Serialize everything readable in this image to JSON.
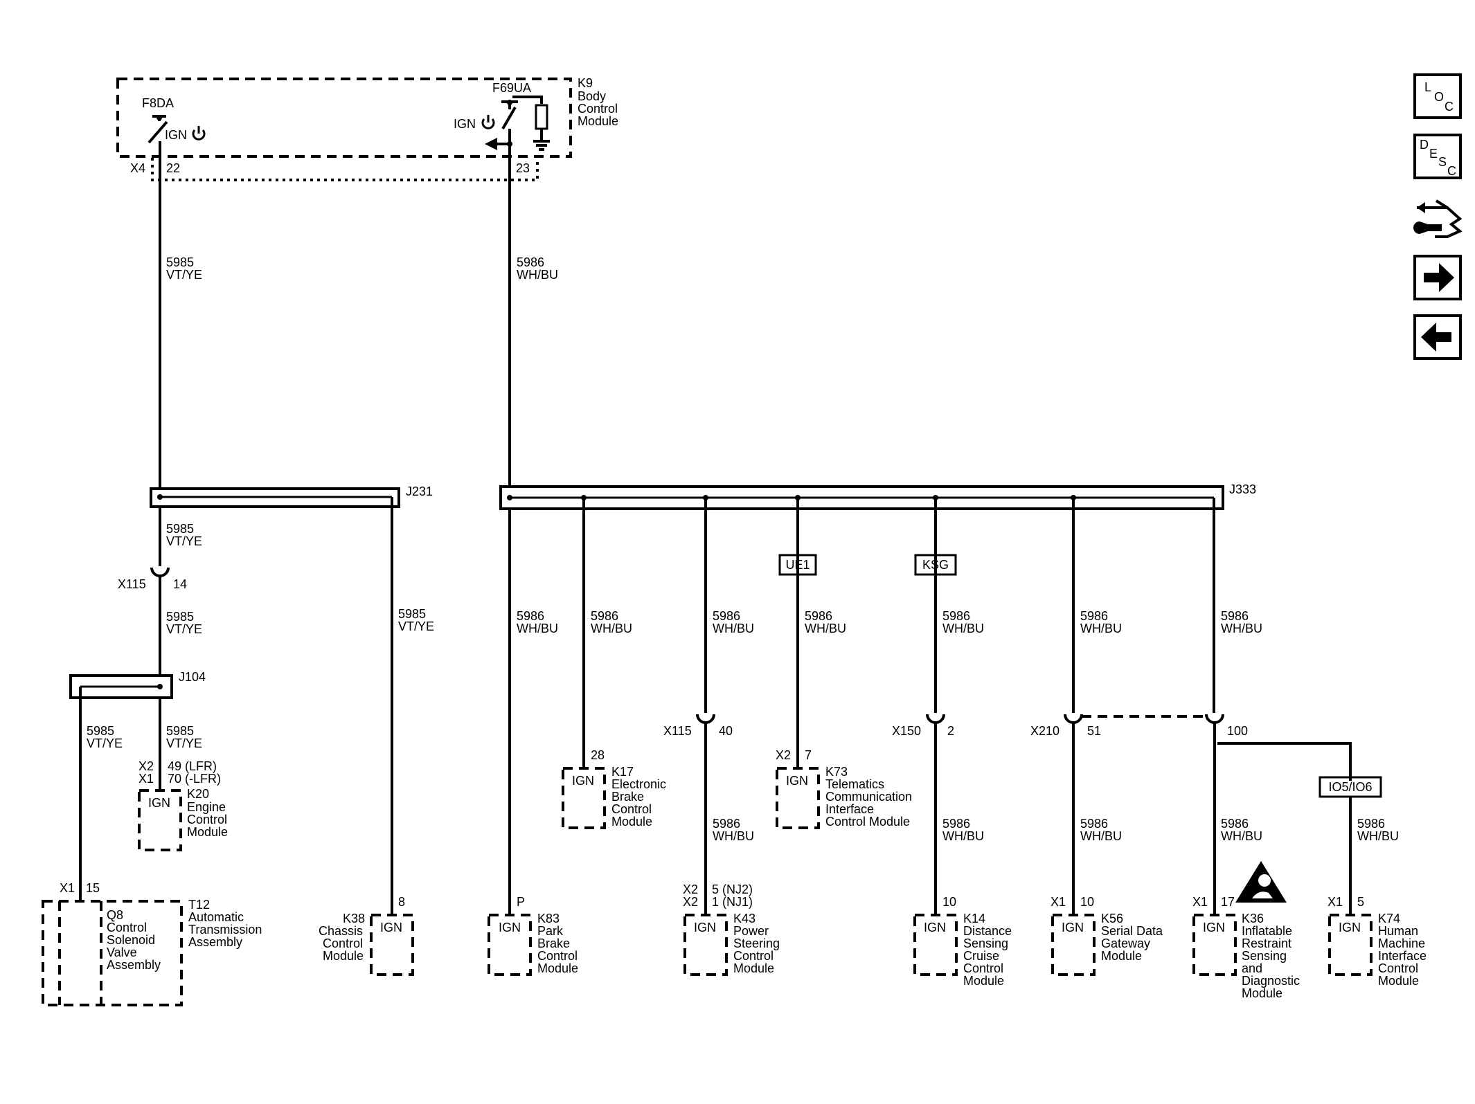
{
  "bcm": {
    "id": "K9",
    "name": [
      "Body",
      "Control",
      "Module"
    ],
    "fuse1": "F8DA",
    "fuse2": "F69UA",
    "ign": "IGN",
    "connector": "X4",
    "pin1": "22",
    "pin2": "23"
  },
  "wire_vtye": {
    "circuit": "5985",
    "color": "VT/YE"
  },
  "wire_whbu": {
    "circuit": "5986",
    "color": "WH/BU"
  },
  "splices": {
    "j231": "J231",
    "j333": "J333",
    "j104": "J104"
  },
  "inline": {
    "x115a": {
      "conn": "X115",
      "pin": "14"
    },
    "x115b": {
      "conn": "X115",
      "pin": "40"
    },
    "x150": {
      "conn": "X150",
      "pin": "2"
    },
    "x210": {
      "conn": "X210",
      "pin": "51"
    },
    "x210b": {
      "pin": "100"
    }
  },
  "options": {
    "ue1": "UE1",
    "ksg": "KSG",
    "io5": "IO5/IO6"
  },
  "modules": {
    "k20": {
      "id": "K20",
      "name": [
        "Engine",
        "Control",
        "Module"
      ],
      "conn1": "X2",
      "pin1": "49  (LFR)",
      "conn2": "X1",
      "pin2": "70  (-LFR)"
    },
    "t12": {
      "id": "T12",
      "name": [
        "Automatic",
        "Transmission",
        "Assembly"
      ],
      "conn": "X1",
      "pin": "15",
      "sub": [
        "Q8",
        "Control",
        "Solenoid",
        "Valve",
        "Assembly"
      ]
    },
    "k38": {
      "id": "K38",
      "name": [
        "Chassis",
        "Control",
        "Module"
      ],
      "pin": "8"
    },
    "k83": {
      "id": "K83",
      "name": [
        "Park",
        "Brake",
        "Control",
        "Module"
      ],
      "pin": "P"
    },
    "k17": {
      "id": "K17",
      "name": [
        "Electronic",
        "Brake",
        "Control",
        "Module"
      ],
      "pin": "28"
    },
    "k43": {
      "id": "K43",
      "name": [
        "Power",
        "Steering",
        "Control",
        "Module"
      ],
      "conn1": "X2",
      "pin1": "5 (NJ2)",
      "conn2": "X2",
      "pin2": "1 (NJ1)"
    },
    "k73": {
      "id": "K73",
      "name": [
        "Telematics",
        "Communication",
        "Interface",
        "Control Module"
      ],
      "conn": "X2",
      "pin": "7"
    },
    "k14": {
      "id": "K14",
      "name": [
        "Distance",
        "Sensing",
        "Cruise",
        "Control",
        "Module"
      ],
      "pin": "10"
    },
    "k56": {
      "id": "K56",
      "name": [
        "Serial Data",
        "Gateway",
        "Module"
      ],
      "conn": "X1",
      "pin": "10"
    },
    "k36": {
      "id": "K36",
      "name": [
        "Inflatable",
        "Restraint",
        "Sensing",
        "and",
        "Diagnostic",
        "Module"
      ],
      "conn": "X1",
      "pin": "17"
    },
    "k74": {
      "id": "K74",
      "name": [
        "Human",
        "Machine",
        "Interface",
        "Control",
        "Module"
      ],
      "conn": "X1",
      "pin": "5"
    }
  },
  "nav": {
    "loc": [
      "L",
      "O",
      "C"
    ],
    "desc": [
      "D",
      "E",
      "S",
      "C"
    ],
    "icons": [
      "harness-wrench-icon",
      "arrow-right-icon",
      "arrow-left-icon"
    ]
  }
}
